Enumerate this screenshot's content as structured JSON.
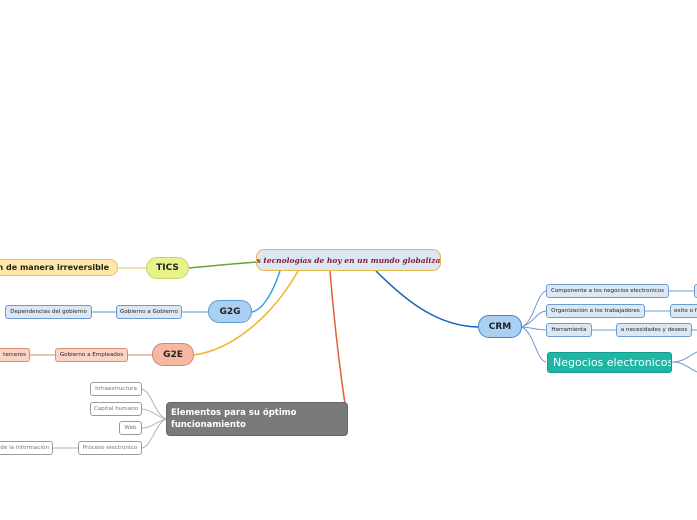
{
  "central": "Las tecnologías de hoy en un mundo globalizado",
  "branches": {
    "tics": {
      "label": "TICS",
      "child": "...can de manera irreversible"
    },
    "g2g": {
      "label": "G2G",
      "children": [
        "Gobierno a Gobierno",
        "Dependencias del gobierno"
      ]
    },
    "g2e": {
      "label": "G2E",
      "children": [
        "Gobierno a Empleados",
        "terceros"
      ]
    },
    "elementos": {
      "label": "Elementos para su óptimo funcionamiento",
      "children": [
        "Infraestructura",
        "Capital humano",
        "Web",
        "Proceso electronico"
      ],
      "grandchild": "de la información"
    },
    "crm": {
      "label": "CRM",
      "children": [
        "Componente a los negocios electronicos",
        "Organización a los trabajadores",
        "Herramienta"
      ],
      "grandchildren": [
        "exito o f",
        "a necesidades y deseos"
      ],
      "negocios": "Negocios electronicos"
    }
  },
  "colors": {
    "tics_line": "#6aa33a",
    "g2g_line": "#3aa0d8",
    "g2e_line": "#f0b429",
    "elementos_line": "#e0603a",
    "crm_line": "#1a63b8"
  }
}
